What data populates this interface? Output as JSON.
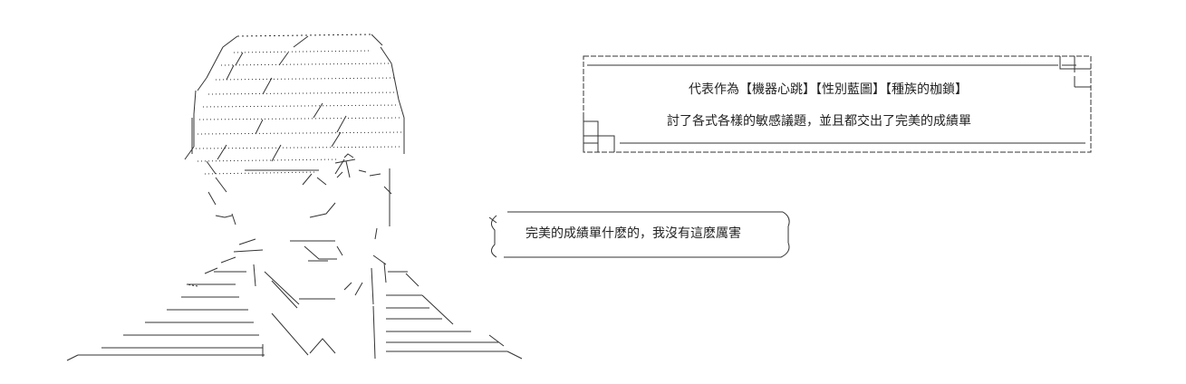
{
  "caption_box": {
    "line1": "代表作為【機器心跳】【性別藍圖】【種族的枷鎖】",
    "line2": "討了各式各樣的敏感議題，並且都交出了完美的成績單"
  },
  "speech_bubble": {
    "text": "完美的成績單什麽的，我沒有這麽厲害"
  },
  "colors": {
    "line": "#333333",
    "text": "#222222",
    "background": "#ffffff"
  }
}
